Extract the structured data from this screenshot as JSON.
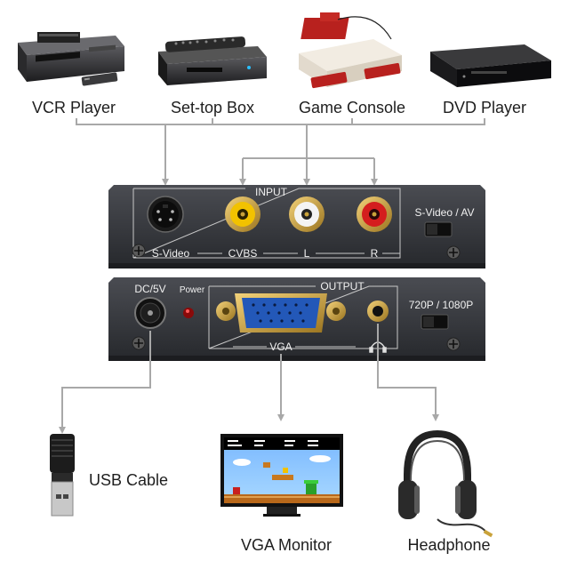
{
  "sources": {
    "vcr": "VCR Player",
    "settop": "Set-top Box",
    "console": "Game Console",
    "dvd": "DVD Player"
  },
  "input_panel": {
    "title": "INPUT",
    "svideo": "S-Video",
    "cvbs": "CVBS",
    "l": "L",
    "r": "R",
    "switch": "S-Video / AV"
  },
  "output_panel": {
    "dc": "DC/5V",
    "power": "Power",
    "title": "OUTPUT",
    "vga": "VGA",
    "switch": "720P / 1080P"
  },
  "outputs": {
    "usb": "USB Cable",
    "monitor": "VGA Monitor",
    "headphone": "Headphone"
  },
  "colors": {
    "line": "#a8a8a8",
    "panel": "#2e3035",
    "gold": "#c9a23a",
    "vga_blue": "#2358b8",
    "rca_yellow": "#f2c200",
    "rca_red": "#d41e1e"
  }
}
